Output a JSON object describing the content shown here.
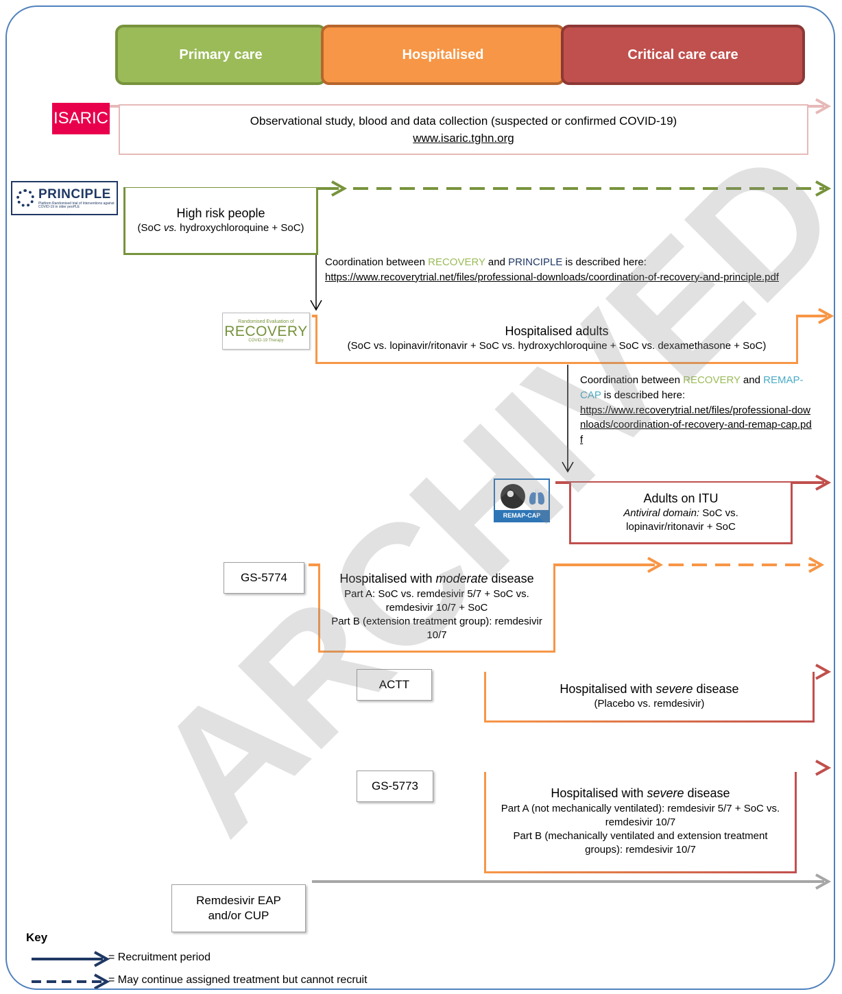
{
  "headers": {
    "primary_care": "Primary care",
    "hospitalised": "Hospitalised",
    "critical_care": "Critical care care"
  },
  "colors": {
    "primary_care": "#9bbb59",
    "hospitalised": "#f79646",
    "critical_care": "#c0504d",
    "isaric": "#e8004c",
    "navy": "#1f3864",
    "grey": "#a6a6a6"
  },
  "isaric": {
    "logo": "ISARIC",
    "description": "Observational study, blood and data collection (suspected or confirmed COVID-19)",
    "link": "www.isaric.tghn.org"
  },
  "principle": {
    "logo": "PRINCIPLE",
    "logo_subtitle": "Platform Randomised trial of Interventions against COVID-19 in older peoPLE",
    "title": "High risk people",
    "detail_pre": "(SoC ",
    "detail_vs": "vs.",
    "detail_post": " hydroxychloroquine + SoC)"
  },
  "coordination_principle": {
    "prefix": "Coordination between ",
    "recovery": "RECOVERY",
    "and": " and ",
    "principle": "PRINCIPLE",
    "suffix": " is described here:",
    "link": "https://www.recoverytrial.net/files/professional-downloads/coordination-of-recovery-and-principle.pdf"
  },
  "recovery": {
    "logo_top": "Randomised Evaluation of",
    "logo": "RECOVERY",
    "logo_bottom": "COVID-19 Therapy",
    "title": "Hospitalised adults",
    "detail": "(SoC vs. lopinavir/ritonavir + SoC vs. hydroxychloroquine + SoC vs. dexamethasone + SoC)"
  },
  "coordination_remap": {
    "prefix": "Coordination between ",
    "recovery": "RECOVERY",
    "and": " and ",
    "remap": "REMAP-CAP",
    "suffix": " is described here:",
    "link": "https://www.recoverytrial.net/files/professional-downloads/coordination-of-recovery-and-remap-cap.pdf"
  },
  "remap_cap": {
    "logo": "REMAP-CAP",
    "title": "Adults on ITU",
    "domain_label": "Antiviral domain:",
    "detail": "SoC vs. lopinavir/ritonavir + SoC"
  },
  "gs5774": {
    "label": "GS-5774",
    "title_pre": "Hospitalised with ",
    "title_em": "moderate",
    "title_post": " disease",
    "part_a": "Part A: SoC vs. remdesivir 5/7 + SoC vs. remdesivir 10/7 + SoC",
    "part_b": "Part B (extension treatment group): remdesivir 10/7"
  },
  "actt": {
    "label": "ACTT",
    "title_pre": "Hospitalised with ",
    "title_em": "severe",
    "title_post": " disease",
    "detail": "(Placebo vs.  remdesivir)"
  },
  "gs5773": {
    "label": "GS-5773",
    "title_pre": "Hospitalised with ",
    "title_em": "severe",
    "title_post": " disease",
    "part_a": "Part A (not mechanically ventilated): remdesivir 5/7 + SoC vs. remdesivir 10/7",
    "part_b": "Part B (mechanically ventilated and extension treatment groups): remdesivir 10/7"
  },
  "remdesivir_eap": {
    "label": "Remdesivir EAP and/or CUP"
  },
  "key": {
    "title": "Key",
    "solid": "= Recruitment period",
    "dashed": "= May continue assigned treatment but cannot recruit"
  },
  "watermark": "ARCHIVED"
}
